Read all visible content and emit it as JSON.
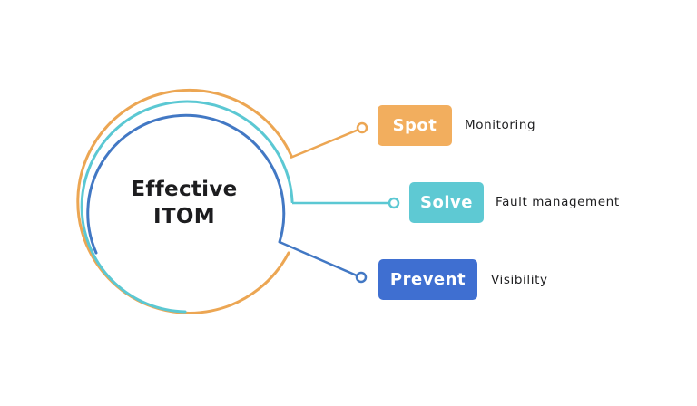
{
  "center": {
    "line1": "Effective",
    "line2": "ITOM"
  },
  "items": [
    {
      "label": "Spot",
      "description": "Monitoring",
      "color": "#f2ae5e"
    },
    {
      "label": "Solve",
      "description": "Fault management",
      "color": "#5ec9d3"
    },
    {
      "label": "Prevent",
      "description": "Visibility",
      "color": "#3f6fd1"
    }
  ],
  "ring_colors": {
    "outer": "#eca653",
    "middle": "#5bc8d3",
    "inner": "#4278c4"
  }
}
